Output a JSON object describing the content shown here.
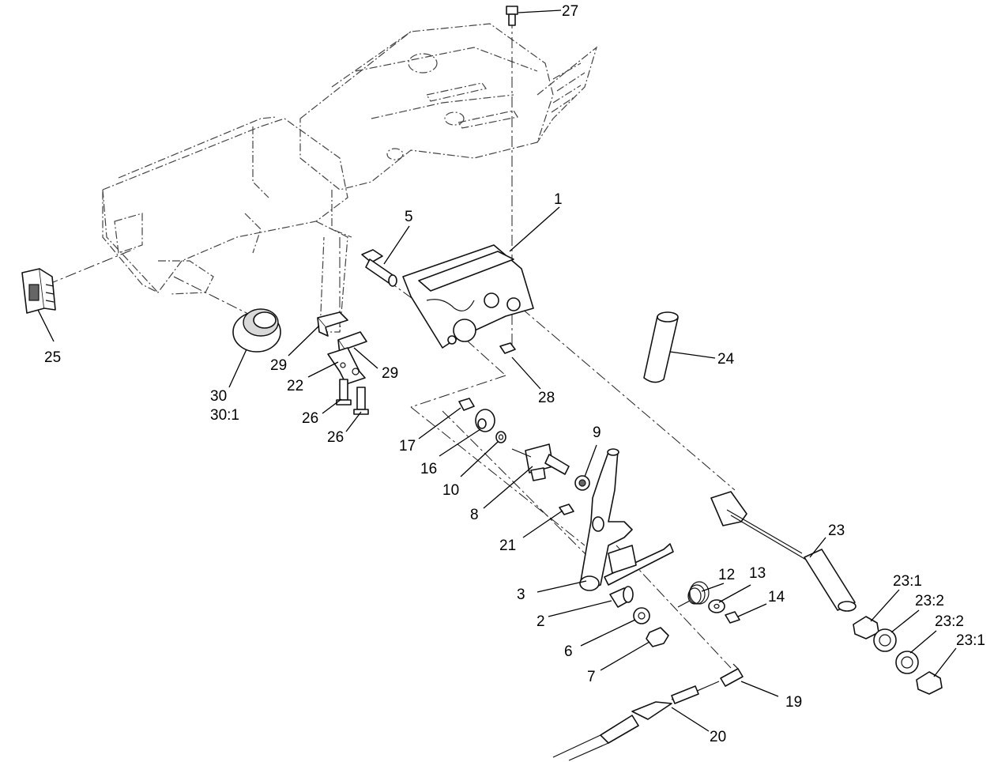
{
  "callouts": [
    {
      "id": "c1",
      "text": "1"
    },
    {
      "id": "c2",
      "text": "2"
    },
    {
      "id": "c3",
      "text": "3"
    },
    {
      "id": "c5",
      "text": "5"
    },
    {
      "id": "c6",
      "text": "6"
    },
    {
      "id": "c7",
      "text": "7"
    },
    {
      "id": "c8",
      "text": "8"
    },
    {
      "id": "c9",
      "text": "9"
    },
    {
      "id": "c10",
      "text": "10"
    },
    {
      "id": "c12",
      "text": "12"
    },
    {
      "id": "c13",
      "text": "13"
    },
    {
      "id": "c14",
      "text": "14"
    },
    {
      "id": "c16",
      "text": "16"
    },
    {
      "id": "c17",
      "text": "17"
    },
    {
      "id": "c19",
      "text": "19"
    },
    {
      "id": "c20",
      "text": "20"
    },
    {
      "id": "c21",
      "text": "21"
    },
    {
      "id": "c22",
      "text": "22"
    },
    {
      "id": "c23",
      "text": "23"
    },
    {
      "id": "c23-1a",
      "text": "23:1"
    },
    {
      "id": "c23-2a",
      "text": "23:2"
    },
    {
      "id": "c23-2b",
      "text": "23:2"
    },
    {
      "id": "c23-1b",
      "text": "23:1"
    },
    {
      "id": "c24",
      "text": "24"
    },
    {
      "id": "c25",
      "text": "25"
    },
    {
      "id": "c26a",
      "text": "26"
    },
    {
      "id": "c26b",
      "text": "26"
    },
    {
      "id": "c27",
      "text": "27"
    },
    {
      "id": "c28",
      "text": "28"
    },
    {
      "id": "c29a",
      "text": "29"
    },
    {
      "id": "c29b",
      "text": "29"
    },
    {
      "id": "c30",
      "text": "30"
    },
    {
      "id": "c30-1",
      "text": "30:1"
    }
  ]
}
